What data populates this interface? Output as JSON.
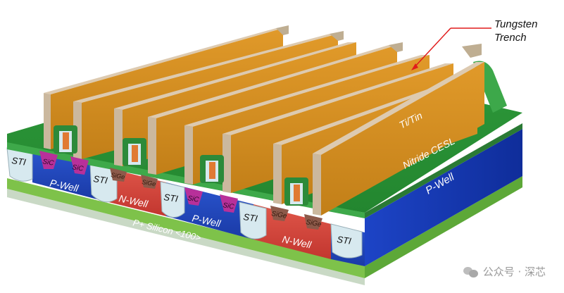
{
  "labels": {
    "tungsten_line1": "Tungsten",
    "tungsten_line2": "Trench",
    "titin": "Ti/Tin",
    "nitride": "Nitride CESL",
    "pwell_side": "P-Well",
    "psilicon": "P+ Silicon <100>",
    "sti": "STI",
    "sic": "SiC",
    "sige": "SiGe",
    "pwell": "P-Well",
    "nwell": "N-Well"
  },
  "watermark": "公众号 · 深芯",
  "colors": {
    "tungsten": "#d18a1c",
    "gate_top": "#ccb79a",
    "nitride": "#2e9a3b",
    "p_well": "#1f3fb4",
    "n_well": "#d8433a",
    "substrate": "#7ec24a",
    "sti": "#d7e9ef",
    "sic": "#b8309a",
    "sige": "#8c5a4a",
    "callout_arrow": "#e11b1b"
  },
  "icons": [
    "wechat-icon"
  ]
}
